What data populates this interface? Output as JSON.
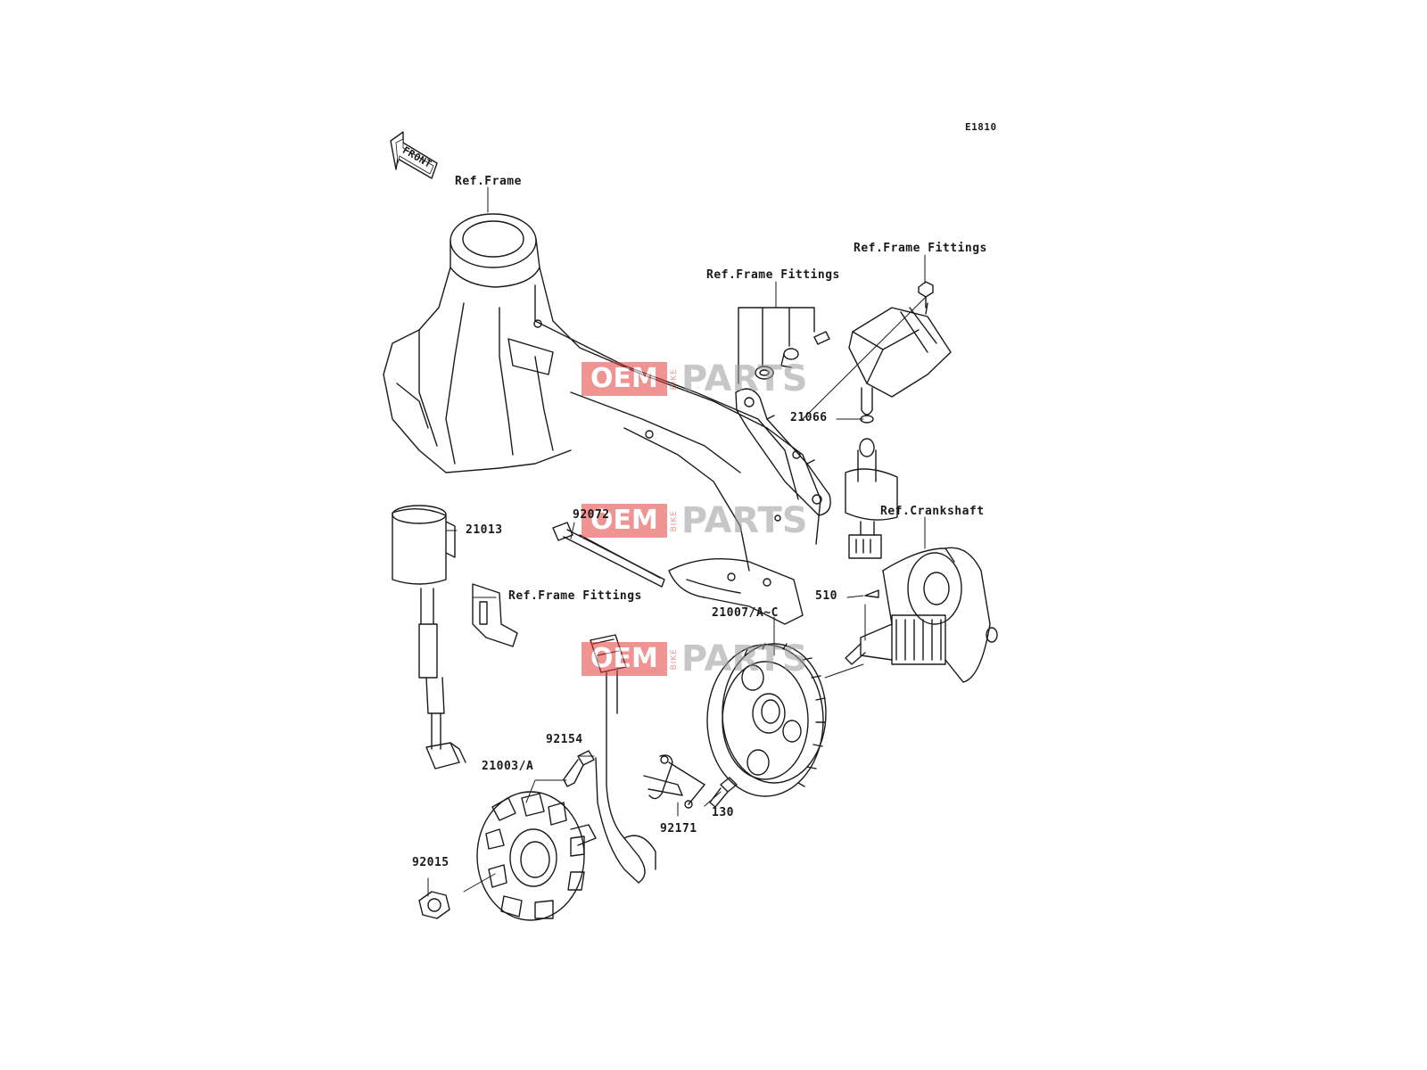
{
  "diagram_code": "E1810",
  "front_label": "FRONT",
  "watermark": {
    "oem": "OEM",
    "bike": "BIKE",
    "parts": "PARTS"
  },
  "labels": {
    "ref_frame": "Ref.Frame",
    "ref_frame_fittings_top": "Ref.Frame Fittings",
    "ref_frame_fittings_mid": "Ref.Frame Fittings",
    "ref_frame_fittings_low": "Ref.Frame Fittings",
    "ref_crankshaft": "Ref.Crankshaft",
    "p21066": "21066",
    "p21013": "21013",
    "p92072": "92072",
    "p510": "510",
    "p21007": "21007/A~C",
    "p92154": "92154",
    "p21003": "21003/A",
    "p130": "130",
    "p92171": "92171",
    "p92015": "92015"
  },
  "colors": {
    "line": "#1a1a1a",
    "watermark_red": "#e23b3b",
    "watermark_gray": "#9a9a9a"
  }
}
